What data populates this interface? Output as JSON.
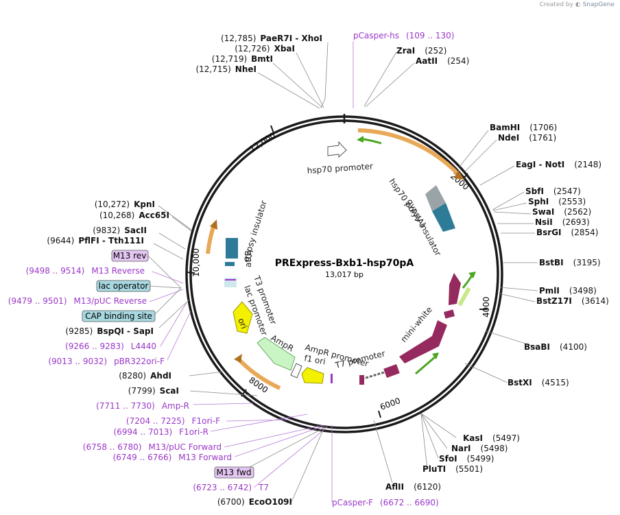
{
  "credit": {
    "prefix": "Created by",
    "brand": "SnapGene"
  },
  "plasmid": {
    "name": "PRExpress-Bxb1-hsp70pA",
    "length": "13,017 bp"
  },
  "colors": {
    "ring": "#1a1a1a",
    "orange_arrow": "#e8a858",
    "green_arrow": "#4aa520",
    "miniwhite": "#952a5e",
    "insulator": "#2d7b97",
    "hsp70_polya": "#9aa3a8",
    "ampr": "#c9f5c4",
    "ori": "#f3f000",
    "f1ori": "#f3f000",
    "primer": "#9a36c8",
    "promoter_outline": "#555555",
    "lacop": "#a8d8e0",
    "cap_site": "#a8d8e0",
    "m13_bg": "#e4c6f2"
  },
  "ticks": [
    "2000",
    "4000",
    "6000",
    "8000",
    "10,000",
    "12,000"
  ],
  "features": [
    {
      "id": "hsp70-promoter",
      "label": "hsp70 promoter"
    },
    {
      "id": "hsp70-polya",
      "label": "hsp70 poly(A)"
    },
    {
      "id": "gypsy-insulator-right",
      "label": "gypsy insulator"
    },
    {
      "id": "mini-white",
      "label": "mini-white"
    },
    {
      "id": "t7-promoter",
      "label": "T7 promoter"
    },
    {
      "id": "ampr-promoter",
      "label": "AmpR promoter"
    },
    {
      "id": "f1-ori",
      "label": "f1 ori"
    },
    {
      "id": "ampr",
      "label": "AmpR"
    },
    {
      "id": "ori",
      "label": "ori"
    },
    {
      "id": "lac-promoter",
      "label": "lac promoter"
    },
    {
      "id": "t3-promoter",
      "label": "T3 promoter"
    },
    {
      "id": "attb",
      "label": "attB"
    },
    {
      "id": "gypsy-insulator-left",
      "label": "gypsy insulator"
    }
  ],
  "sites": [
    {
      "id": "paer7i-xhoi",
      "pos": "(12,785)",
      "name": "PaeR7I  - XhoI"
    },
    {
      "id": "xbai",
      "pos": "(12,726)",
      "name": "XbaI"
    },
    {
      "id": "bmti",
      "pos": "(12,719)",
      "name": "BmtI"
    },
    {
      "id": "nhei",
      "pos": "(12,715)",
      "name": "NheI"
    },
    {
      "id": "zrai",
      "name": "ZraI",
      "pos": "(252)"
    },
    {
      "id": "aatii",
      "name": "AatII",
      "pos": "(254)"
    },
    {
      "id": "bamhi",
      "name": "BamHI",
      "pos": "(1706)"
    },
    {
      "id": "ndei",
      "name": "NdeI",
      "pos": "(1761)"
    },
    {
      "id": "eagi-noti",
      "name": "EagI  - NotI",
      "pos": "(2148)"
    },
    {
      "id": "sbfi",
      "name": "SbfI",
      "pos": "(2547)"
    },
    {
      "id": "sphi",
      "name": "SphI",
      "pos": "(2553)"
    },
    {
      "id": "swai",
      "name": "SwaI",
      "pos": "(2562)"
    },
    {
      "id": "nsii",
      "name": "NsiI",
      "pos": "(2693)"
    },
    {
      "id": "bsrgi",
      "name": "BsrGI",
      "pos": "(2854)"
    },
    {
      "id": "bstbi",
      "name": "BstBI",
      "pos": "(3195)"
    },
    {
      "id": "pmli",
      "name": "PmlI",
      "pos": "(3498)"
    },
    {
      "id": "bstz17i",
      "name": "BstZ17I",
      "pos": "(3614)"
    },
    {
      "id": "bsabi",
      "name": "BsaBI",
      "pos": "(4100)"
    },
    {
      "id": "bstxi",
      "name": "BstXI",
      "pos": "(4515)"
    },
    {
      "id": "kasi",
      "name": "KasI",
      "pos": "(5497)"
    },
    {
      "id": "nari",
      "name": "NarI",
      "pos": "(5498)"
    },
    {
      "id": "sfoi",
      "name": "SfoI",
      "pos": "(5499)"
    },
    {
      "id": "pluti",
      "name": "PluTI",
      "pos": "(5501)"
    },
    {
      "id": "aflii",
      "name": "AflII",
      "pos": "(6120)"
    },
    {
      "id": "eco0109i",
      "pos": "(6700)",
      "name": "EcoO109I"
    },
    {
      "id": "kpni",
      "pos": "(10,272)",
      "name": "KpnI"
    },
    {
      "id": "acc65i",
      "pos": "(10,268)",
      "name": "Acc65I"
    },
    {
      "id": "sacii",
      "pos": "(9832)",
      "name": "SacII"
    },
    {
      "id": "pflfi",
      "pos": "(9644)",
      "name": "PflFI  - Tth111I"
    },
    {
      "id": "bspqi",
      "pos": "(9285)",
      "name": "BspQI  - SapI"
    },
    {
      "id": "ahdi",
      "pos": "(8280)",
      "name": "AhdI"
    },
    {
      "id": "scai",
      "pos": "(7799)",
      "name": "ScaI"
    }
  ],
  "primers": [
    {
      "id": "pcasper-hs",
      "name": "pCasper-hs",
      "range": "(109 .. 130)"
    },
    {
      "id": "m13-reverse",
      "range": "(9498 .. 9514)",
      "name": "M13 Reverse"
    },
    {
      "id": "m13-puc-reverse",
      "range": "(9479 .. 9501)",
      "name": "M13/pUC Reverse"
    },
    {
      "id": "l4440",
      "range": "(9266 .. 9283)",
      "name": "L4440"
    },
    {
      "id": "pbr322ori-f",
      "range": "(9013 .. 9032)",
      "name": "pBR322ori-F"
    },
    {
      "id": "amp-r",
      "range": "(7711 .. 7730)",
      "name": "Amp-R"
    },
    {
      "id": "f1ori-f",
      "range": "(7204 .. 7225)",
      "name": "F1ori-F"
    },
    {
      "id": "f1ori-r",
      "range": "(6994 .. 7013)",
      "name": "F1ori-R"
    },
    {
      "id": "m13-puc-forward",
      "range": "(6758 .. 6780)",
      "name": "M13/pUC Forward"
    },
    {
      "id": "m13-forward",
      "range": "(6749 .. 6766)",
      "name": "M13 Forward"
    },
    {
      "id": "t7",
      "range": "(6723 .. 6742)",
      "name": "T7"
    },
    {
      "id": "pcasper-f",
      "name": "pCasper-F",
      "range": "(6672 .. 6690)"
    }
  ],
  "boxes": [
    {
      "id": "m13-rev",
      "label": "M13 rev"
    },
    {
      "id": "lac-operator",
      "label": "lac operator"
    },
    {
      "id": "cap-binding-site",
      "label": "CAP binding site"
    },
    {
      "id": "m13-fwd",
      "label": "M13 fwd"
    }
  ]
}
